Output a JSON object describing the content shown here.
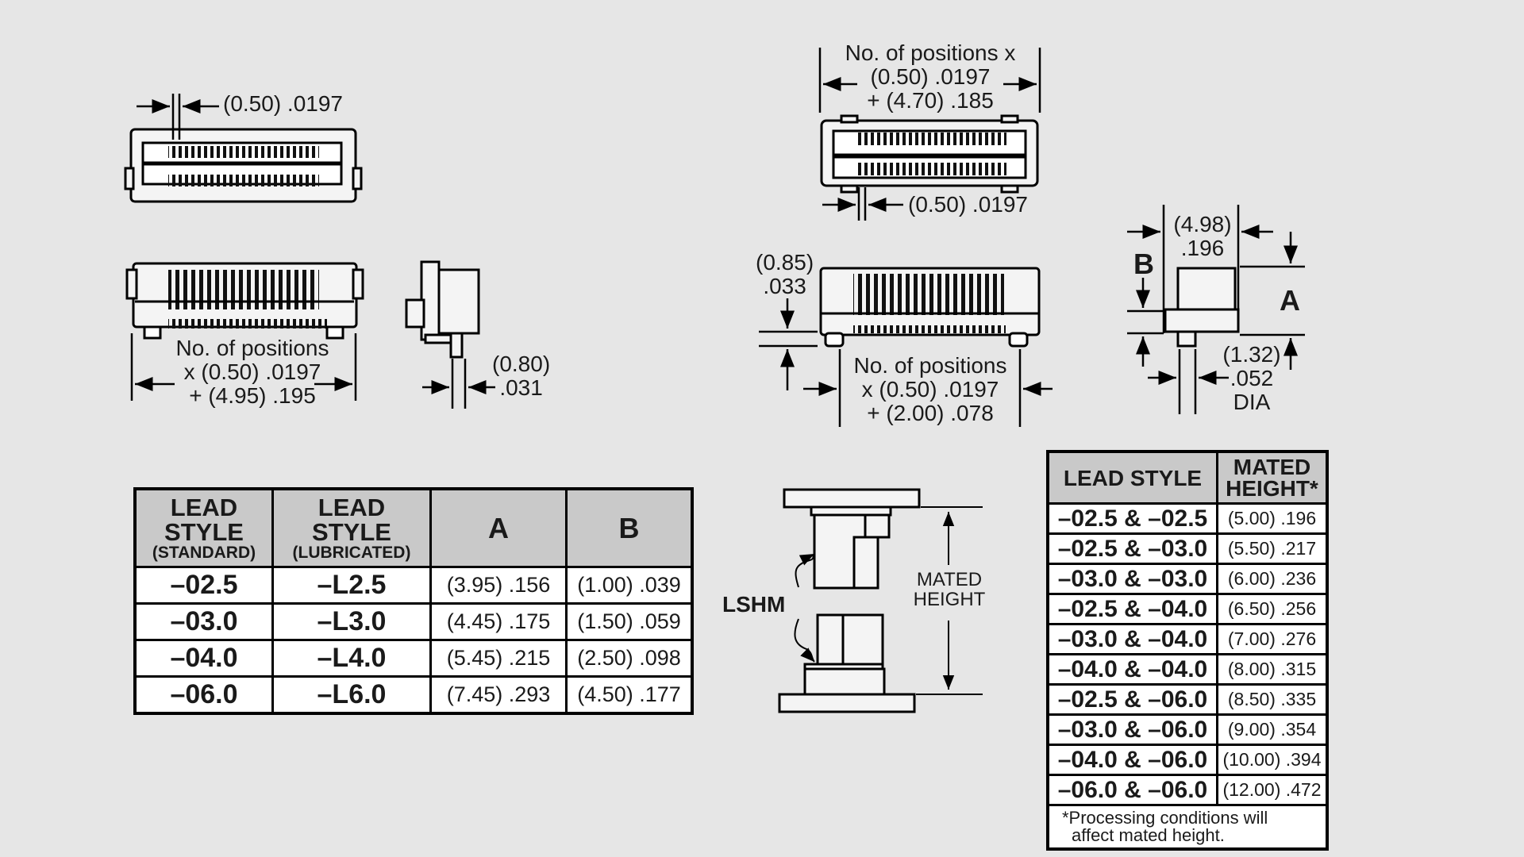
{
  "dims": {
    "tl_pitch": "(0.50) .0197",
    "ml_positions": [
      "No. of positions",
      "x (0.50) .0197",
      "+ (4.95) .195"
    ],
    "side_pin": [
      "(0.80)",
      ".031"
    ],
    "tr_positions": [
      "No. of positions x",
      "(0.50) .0197",
      "+ (4.70) .185"
    ],
    "tr_pitch": "(0.50) .0197",
    "mr_offset": [
      "(0.85)",
      ".033"
    ],
    "mr_positions": [
      "No. of positions",
      "x (0.50) .0197",
      "+ (2.00) .078"
    ],
    "rs_width": [
      "(4.98)",
      ".196"
    ],
    "rs_dia": [
      "(1.32)",
      ".052",
      "DIA"
    ],
    "label_a": "A",
    "label_b": "B"
  },
  "lead_table": {
    "headers": {
      "standard": [
        "LEAD",
        "STYLE",
        "(STANDARD)"
      ],
      "lubricated": [
        "LEAD",
        "STYLE",
        "(LUBRICATED)"
      ],
      "a": "A",
      "b": "B"
    },
    "rows": [
      {
        "standard": "–02.5",
        "lubricated": "–L2.5",
        "a": "(3.95) .156",
        "b": "(1.00) .039"
      },
      {
        "standard": "–03.0",
        "lubricated": "–L3.0",
        "a": "(4.45) .175",
        "b": "(1.50) .059"
      },
      {
        "standard": "–04.0",
        "lubricated": "–L4.0",
        "a": "(5.45) .215",
        "b": "(2.50) .098"
      },
      {
        "standard": "–06.0",
        "lubricated": "–L6.0",
        "a": "(7.45) .293",
        "b": "(4.50) .177"
      }
    ]
  },
  "mated": {
    "lshm_label": "LSHM",
    "height_label": [
      "MATED",
      "HEIGHT"
    ]
  },
  "mated_table": {
    "headers": {
      "lead_style": "LEAD STYLE",
      "mated_height": [
        "MATED",
        "HEIGHT*"
      ]
    },
    "rows": [
      {
        "combo": "–02.5 & –02.5",
        "height": "(5.00) .196"
      },
      {
        "combo": "–02.5 & –03.0",
        "height": "(5.50) .217"
      },
      {
        "combo": "–03.0 & –03.0",
        "height": "(6.00) .236"
      },
      {
        "combo": "–02.5 & –04.0",
        "height": "(6.50) .256"
      },
      {
        "combo": "–03.0 & –04.0",
        "height": "(7.00) .276"
      },
      {
        "combo": "–04.0 & –04.0",
        "height": "(8.00) .315"
      },
      {
        "combo": "–02.5 & –06.0",
        "height": "(8.50) .335"
      },
      {
        "combo": "–03.0 & –06.0",
        "height": "(9.00) .354"
      },
      {
        "combo": "–04.0 & –06.0",
        "height": "(10.00) .394"
      },
      {
        "combo": "–06.0 & –06.0",
        "height": "(12.00) .472"
      }
    ],
    "note": [
      "*Processing conditions will",
      "affect mated height."
    ]
  }
}
